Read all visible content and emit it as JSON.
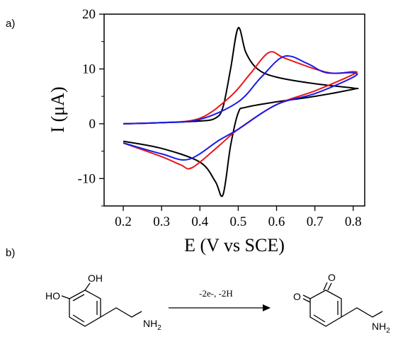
{
  "panels": {
    "a": "a)",
    "b": "b)"
  },
  "chart_data": {
    "type": "line",
    "xlabel": "E (V vs SCE)",
    "ylabel": "I (μA)",
    "xlim": [
      0.15,
      0.83
    ],
    "ylim": [
      -15,
      20
    ],
    "xticks": [
      "0.2",
      "0.3",
      "0.4",
      "0.5",
      "0.6",
      "0.7",
      "0.8"
    ],
    "yticks": [
      "-10",
      "0",
      "10",
      "20"
    ],
    "grid": false,
    "legend": "none",
    "series": [
      {
        "color": "#000000",
        "forward": [
          [
            0.2,
            0
          ],
          [
            0.3,
            0.2
          ],
          [
            0.4,
            0.5
          ],
          [
            0.44,
            1
          ],
          [
            0.46,
            3
          ],
          [
            0.48,
            10
          ],
          [
            0.5,
            17.5
          ],
          [
            0.52,
            13
          ],
          [
            0.55,
            10
          ],
          [
            0.6,
            8.5
          ],
          [
            0.7,
            7.3
          ],
          [
            0.8,
            6.5
          ]
        ],
        "reverse": [
          [
            0.8,
            6.3
          ],
          [
            0.7,
            5
          ],
          [
            0.6,
            4
          ],
          [
            0.52,
            3
          ],
          [
            0.5,
            2
          ],
          [
            0.48,
            -4
          ],
          [
            0.46,
            -13
          ],
          [
            0.44,
            -10.5
          ],
          [
            0.4,
            -7
          ],
          [
            0.3,
            -4.5
          ],
          [
            0.2,
            -3.2
          ]
        ]
      },
      {
        "color": "#e8171b",
        "forward": [
          [
            0.2,
            0
          ],
          [
            0.3,
            0.2
          ],
          [
            0.4,
            1
          ],
          [
            0.48,
            5
          ],
          [
            0.53,
            9
          ],
          [
            0.58,
            13
          ],
          [
            0.62,
            12
          ],
          [
            0.7,
            10
          ],
          [
            0.75,
            9.2
          ],
          [
            0.8,
            9.5
          ]
        ],
        "reverse": [
          [
            0.8,
            9
          ],
          [
            0.7,
            6
          ],
          [
            0.6,
            3.5
          ],
          [
            0.5,
            -1
          ],
          [
            0.45,
            -4
          ],
          [
            0.38,
            -8
          ],
          [
            0.35,
            -7.5
          ],
          [
            0.3,
            -6
          ],
          [
            0.2,
            -3.5
          ]
        ]
      },
      {
        "color": "#1a1ae8",
        "forward": [
          [
            0.2,
            0
          ],
          [
            0.3,
            0.2
          ],
          [
            0.4,
            0.8
          ],
          [
            0.5,
            4
          ],
          [
            0.56,
            8.5
          ],
          [
            0.62,
            12.3
          ],
          [
            0.68,
            11
          ],
          [
            0.73,
            9.3
          ],
          [
            0.8,
            9.3
          ]
        ],
        "reverse": [
          [
            0.8,
            8.5
          ],
          [
            0.7,
            5.5
          ],
          [
            0.6,
            3.5
          ],
          [
            0.5,
            -1
          ],
          [
            0.45,
            -3
          ],
          [
            0.37,
            -6.5
          ],
          [
            0.3,
            -5.5
          ],
          [
            0.2,
            -3.5
          ]
        ]
      }
    ]
  },
  "reaction": {
    "reactant": {
      "oh1": "OH",
      "oh2": "HO",
      "amine": "NH",
      "amine_sub": "2"
    },
    "arrow_label": "-2e-, -2H",
    "product": {
      "o1": "O",
      "o2": "O",
      "amine": "NH",
      "amine_sub": "2"
    }
  }
}
